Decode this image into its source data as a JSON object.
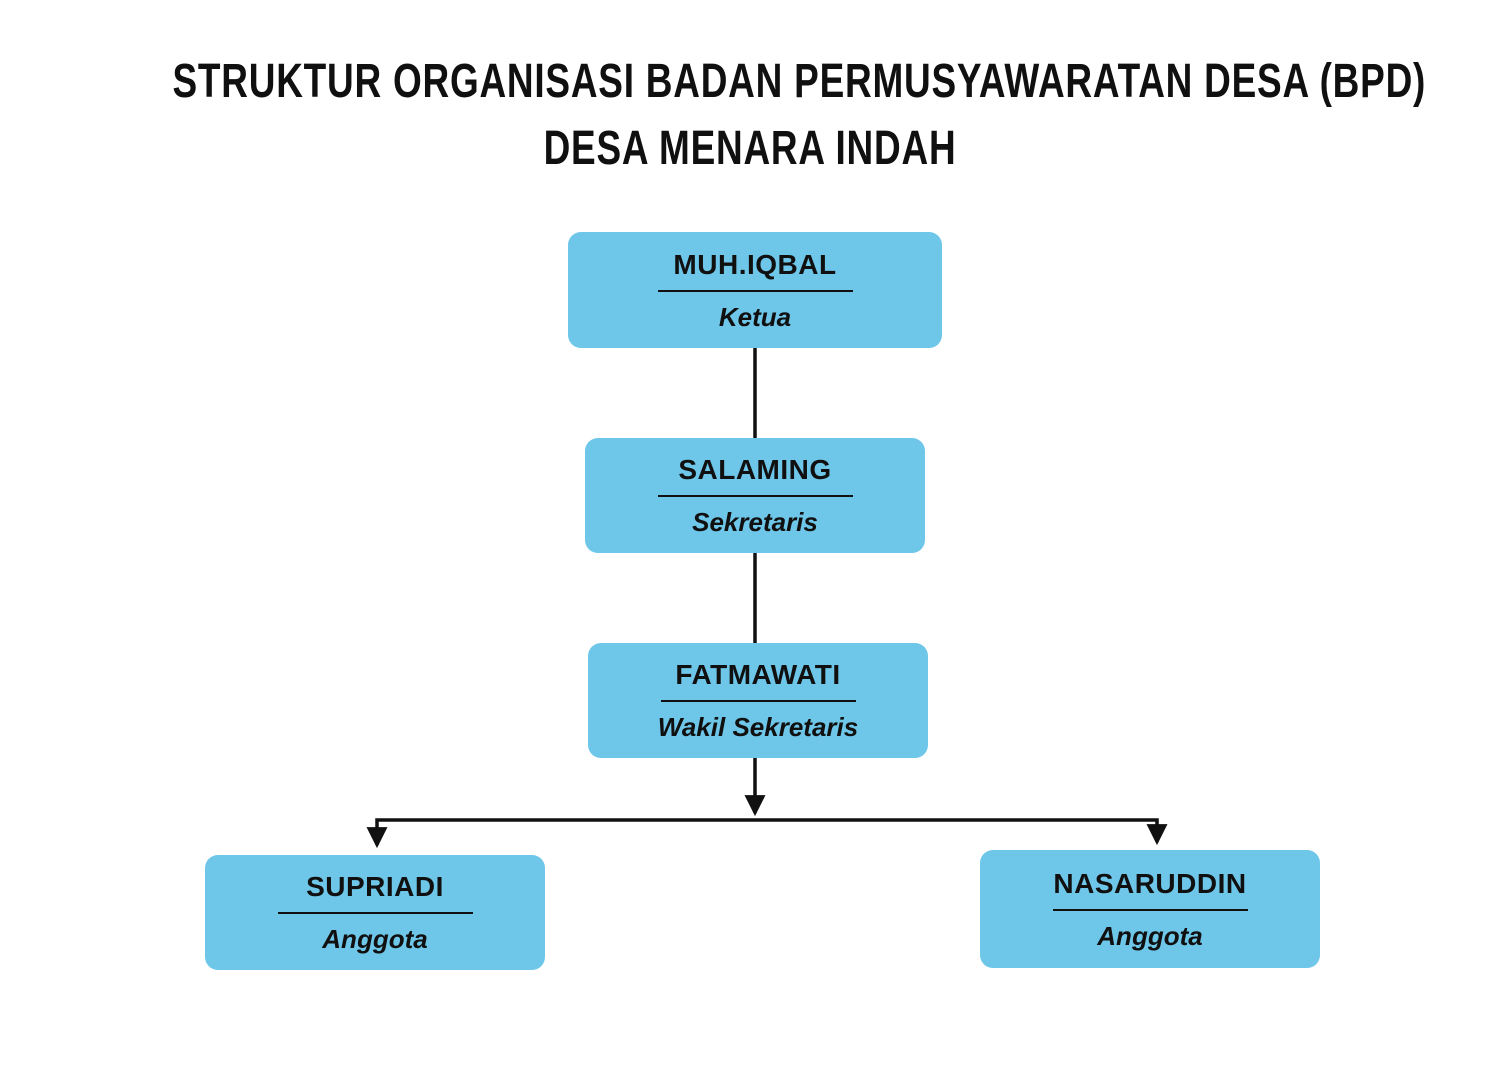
{
  "title": {
    "line1": "STRUKTUR ORGANISASI BADAN PERMUSYAWARATAN DESA (BPD)",
    "line2": "DESA MENARA INDAH"
  },
  "org_chart": {
    "type": "org-tree",
    "nodes": [
      {
        "id": "ketua",
        "name": "MUH.IQBAL",
        "role": "Ketua",
        "level": 1
      },
      {
        "id": "sekretaris",
        "name": "SALAMING",
        "role": "Sekretaris",
        "level": 2
      },
      {
        "id": "wakil-sekretaris",
        "name": "FATMAWATI",
        "role": "Wakil Sekretaris",
        "level": 3
      },
      {
        "id": "anggota-1",
        "name": "SUPRIADI",
        "role": "Anggota",
        "level": 4
      },
      {
        "id": "anggota-2",
        "name": "NASARUDDIN",
        "role": "Anggota",
        "level": 4
      }
    ],
    "edges": [
      {
        "from": "ketua",
        "to": "sekretaris",
        "arrow": false
      },
      {
        "from": "sekretaris",
        "to": "wakil-sekretaris",
        "arrow": false
      },
      {
        "from": "wakil-sekretaris",
        "to": "anggota-1",
        "arrow": true
      },
      {
        "from": "wakil-sekretaris",
        "to": "anggota-2",
        "arrow": true
      }
    ]
  },
  "colors": {
    "node_fill": "#6EC6E9",
    "line_color": "#111111",
    "text_color": "#101010",
    "background": "#FFFFFF"
  }
}
